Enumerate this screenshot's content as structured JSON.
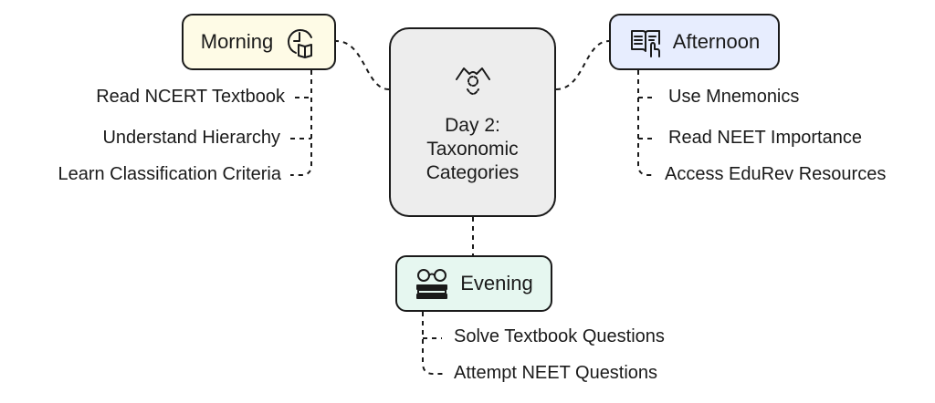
{
  "center": {
    "line1": "Day 2:",
    "line2": "Taxonomic",
    "line3": "Categories",
    "icon": "figure-icon"
  },
  "morning": {
    "label": "Morning",
    "icon": "clock-book-icon",
    "color": "#fefbe6",
    "items": [
      "Read NCERT Textbook",
      "Understand Hierarchy",
      "Learn Classification Criteria"
    ]
  },
  "afternoon": {
    "label": "Afternoon",
    "icon": "reading-book-icon",
    "color": "#e7edfe",
    "items": [
      "Use Mnemonics",
      "Read NEET Importance",
      "Access EduRev Resources"
    ]
  },
  "evening": {
    "label": "Evening",
    "icon": "glasses-books-icon",
    "color": "#e6f7f0",
    "items": [
      "Solve Textbook Questions",
      "Attempt NEET Questions"
    ]
  }
}
